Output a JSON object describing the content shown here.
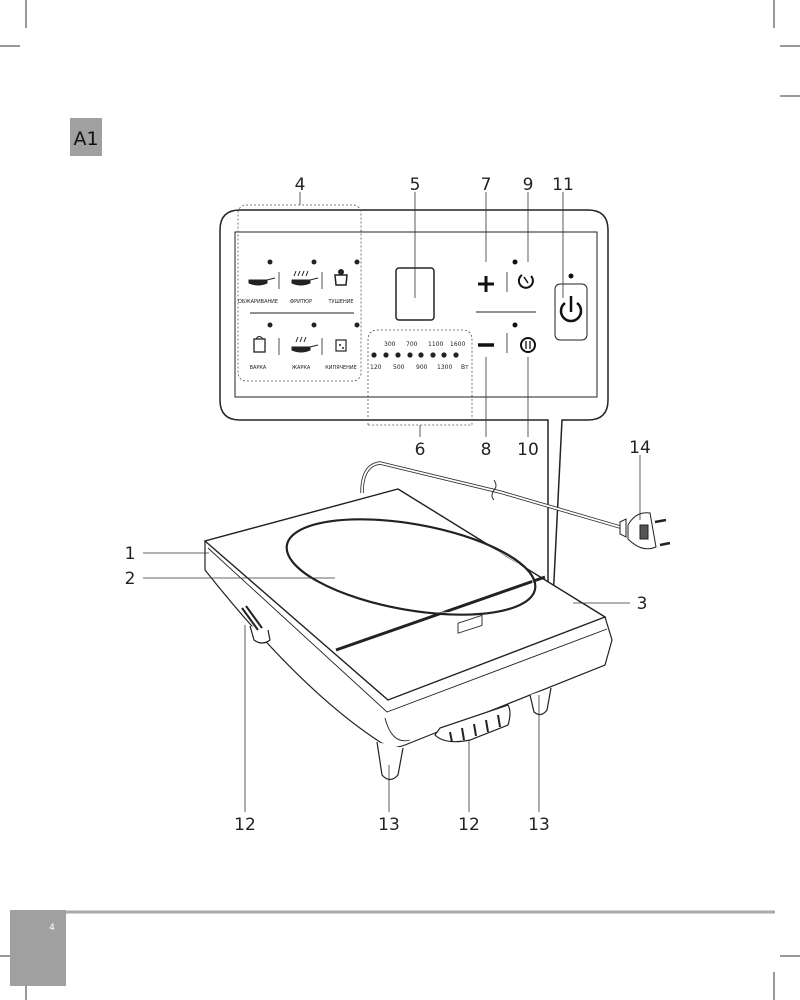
{
  "figure_label": "A1",
  "page_number": "4",
  "callouts": {
    "c1": "1",
    "c2": "2",
    "c3": "3",
    "c4": "4",
    "c5": "5",
    "c6": "6",
    "c7": "7",
    "c8": "8",
    "c9": "9",
    "c10": "10",
    "c11": "11",
    "c12a": "12",
    "c12b": "12",
    "c13a": "13",
    "c13b": "13",
    "c14": "14"
  },
  "panel": {
    "modes": [
      "ОБЖАРИВАНИЕ",
      "ФРИТЮР",
      "ТУШЕНИЕ",
      "ВАРКА",
      "ЖАРКА",
      "КИПЯЧЕНИЕ"
    ],
    "power_top": [
      "300",
      "700",
      "1100",
      "1600"
    ],
    "power_bottom": [
      "120",
      "500",
      "900",
      "1300"
    ],
    "power_unit": "Вт",
    "buttons": [
      "plus-icon",
      "timer-icon",
      "minus-icon",
      "pause-icon",
      "power-icon"
    ]
  },
  "colors": {
    "gray_box": "#a0a0a0",
    "line": "#222222"
  }
}
